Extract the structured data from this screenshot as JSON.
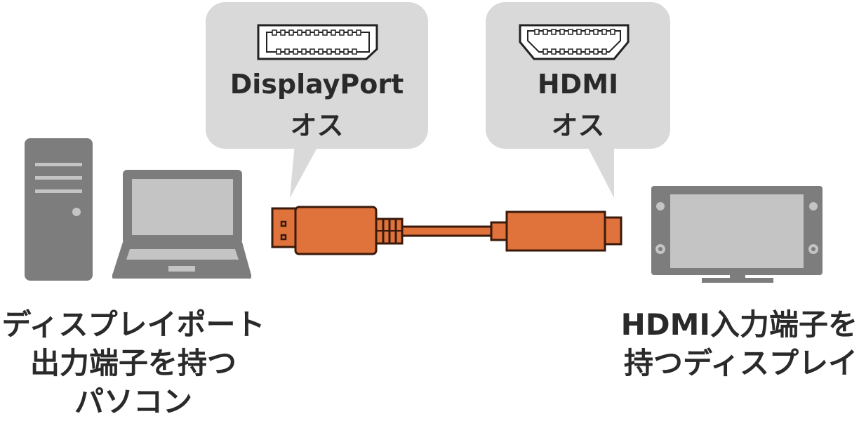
{
  "bubbles": [
    {
      "connector": "DisplayPort",
      "gender": "オス",
      "icon": "displayport-connector-icon"
    },
    {
      "connector": "HDMI",
      "gender": "オス",
      "icon": "hdmi-connector-icon"
    }
  ],
  "source_label": [
    "ディスプレイポート",
    "出力端子を持つ",
    "パソコン"
  ],
  "display_label": [
    "HDMI入力端子を",
    "持つディスプレイ"
  ],
  "colors": {
    "cable": "#e0733c",
    "outline": "#3a1a0a",
    "bubble": "#d9d9d9",
    "device": "#7d7d7d",
    "screen": "#c4c4c4"
  }
}
